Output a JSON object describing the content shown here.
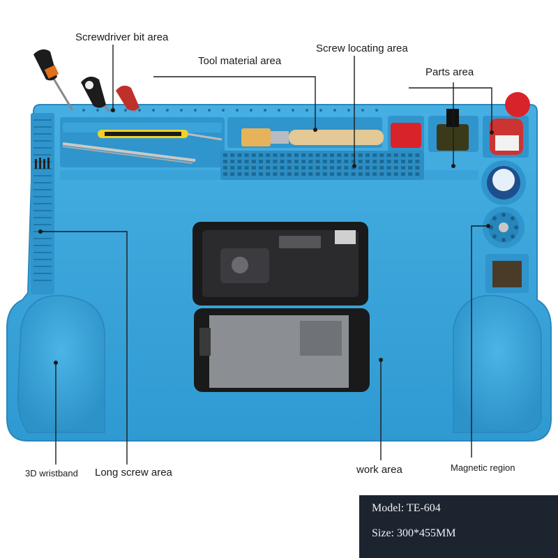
{
  "callouts": {
    "screwdriver_bit_area": "Screwdriver bit area",
    "tool_material_area": "Tool material area",
    "screw_locating_area": "Screw locating area",
    "parts_area": "Parts area",
    "wristband": "3D wristband",
    "long_screw_area": "Long screw area",
    "work_area": "work area",
    "magnetic_region": "Magnetic region"
  },
  "info": {
    "model": "Model: TE-604",
    "size": "Size: 300*455MM"
  },
  "colors": {
    "mat": "#3aa6dc",
    "mat_dark": "#2a8fc4",
    "mat_light": "#58b8e6",
    "info_bg": "#1c2430",
    "info_text": "#f2f2f2"
  }
}
